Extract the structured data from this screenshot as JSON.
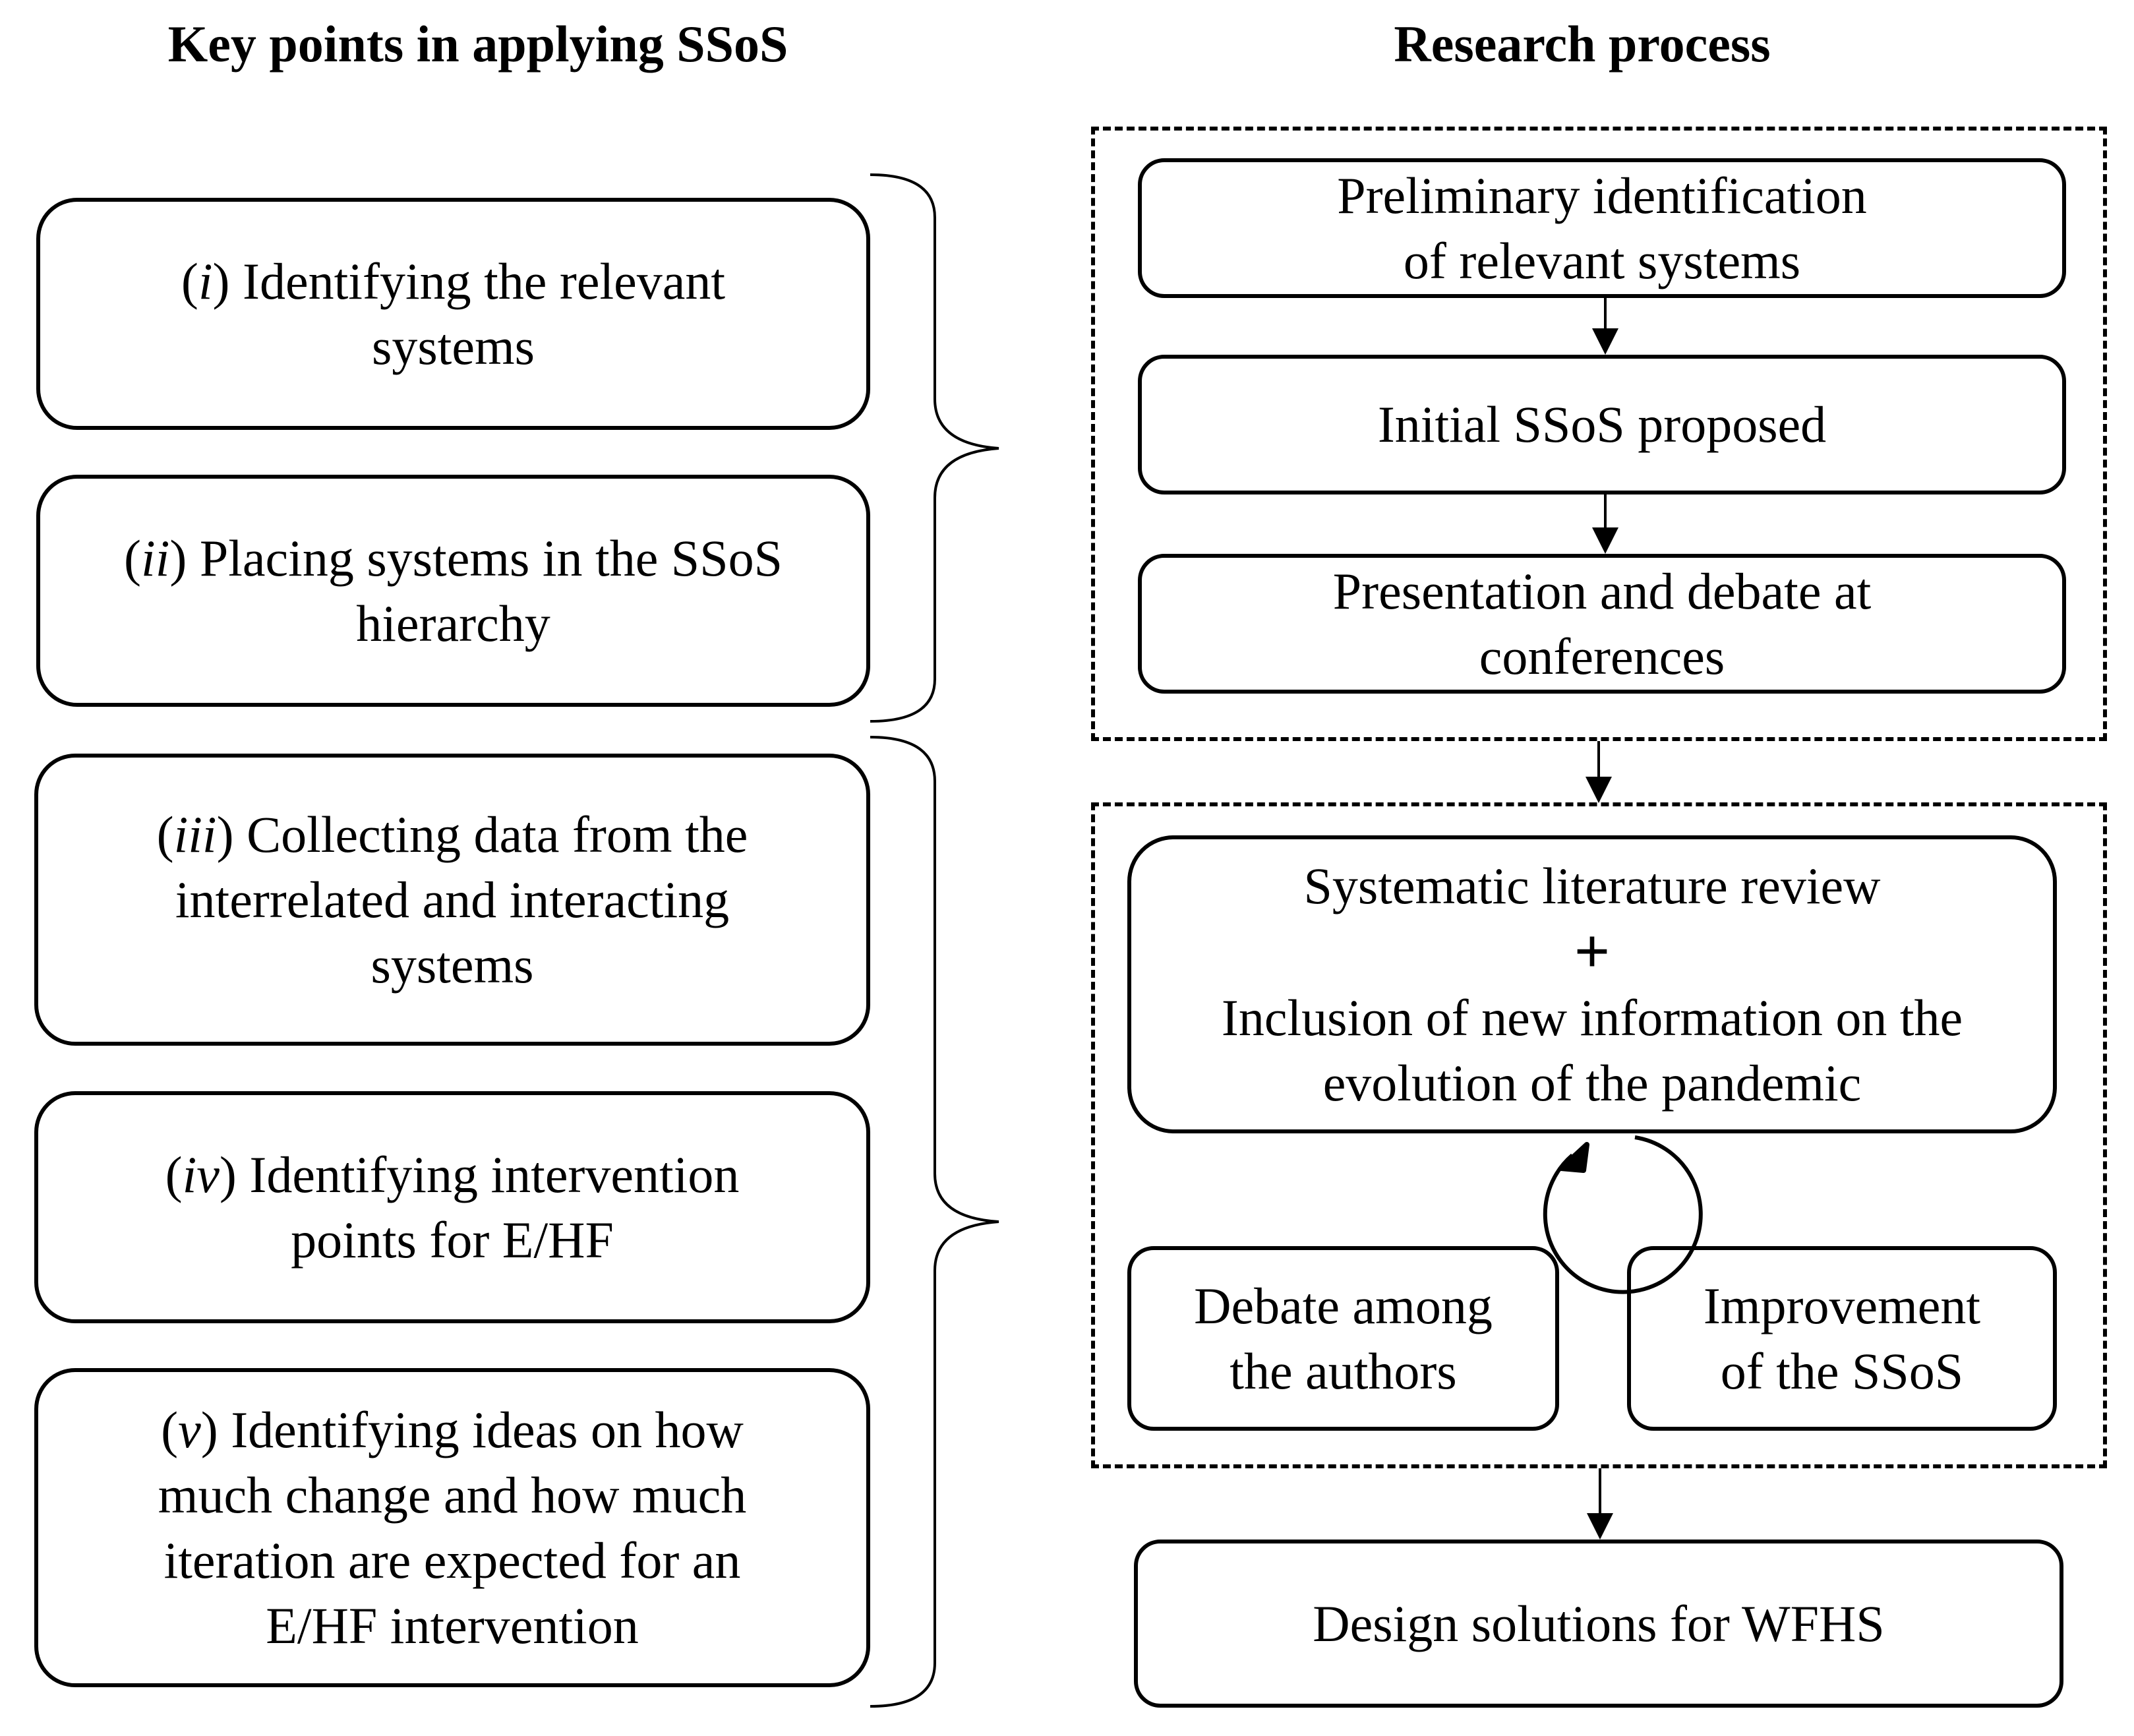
{
  "headings": {
    "left": "Key points in applying SSoS",
    "right": "Research process"
  },
  "key_points": [
    {
      "numeral": "i",
      "lines": [
        "Identifying  the relevant",
        "systems"
      ]
    },
    {
      "numeral": "ii",
      "lines": [
        "Placing systems  in the SSoS",
        "hierarchy"
      ]
    },
    {
      "numeral": "iii",
      "lines": [
        "Collecting data from the",
        "interrelated and interacting",
        "systems"
      ]
    },
    {
      "numeral": "iv",
      "lines": [
        "Identifying  intervention",
        "points for E/HF"
      ]
    },
    {
      "numeral": "v",
      "lines": [
        "Identifying  ideas on how",
        "much change and how much",
        "iteration are expected  for an",
        "E/HF intervention"
      ]
    }
  ],
  "process": {
    "step1": [
      "Preliminary identification",
      "of relevant systems"
    ],
    "step2": [
      "Initial SSoS proposed"
    ],
    "step3": [
      "Presentation and debate at",
      "conferences"
    ],
    "review_line1": "Systematic  literature review",
    "plus": "+",
    "review_line2": [
      "Inclusion of new information on the",
      "evolution of the pandemic"
    ],
    "debate": [
      "Debate among",
      "the authors"
    ],
    "improvement": [
      "Improvement",
      "of the SSoS"
    ],
    "final": [
      "Design solutions for WFHS"
    ]
  }
}
